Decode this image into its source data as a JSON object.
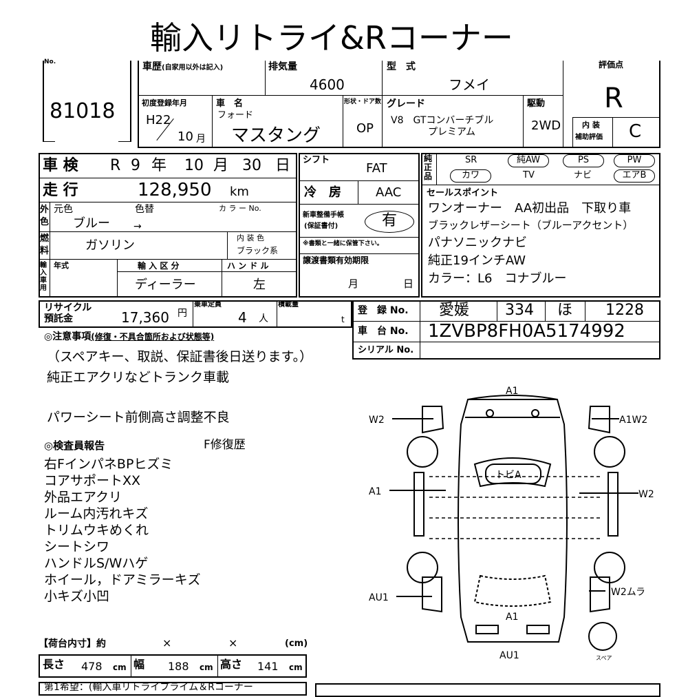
{
  "title": "輸入リトライ&Rコーナー",
  "header": {
    "no_label": "No.",
    "lot_number": "81018",
    "history_label": "車歴",
    "history_note": "(自家用以外は記入)",
    "displacement_label": "排気量",
    "displacement": "4600",
    "model_label": "型　式",
    "model": "フメイ",
    "score_label": "評価点",
    "score": "R",
    "first_reg_label": "初度登録年月",
    "first_reg_year": "H22",
    "first_reg_month": "10",
    "month_unit": "月",
    "car_name_label": "車　名",
    "maker": "フォード",
    "car_name": "マスタング",
    "door_label": "形状・ドア数",
    "door": "OP",
    "grade_label": "グレード",
    "grade_line1": "V8　GTコンバーチブル",
    "grade_line2": "プレミアム",
    "drive_label": "駆動",
    "drive": "2WD",
    "interior_label1": "内 装",
    "interior_label2": "補助評価",
    "interior_score": "C"
  },
  "inspection": {
    "label": "車 検",
    "era": "R",
    "year": "9",
    "year_unit": "年",
    "month": "10",
    "month_unit": "月",
    "day": "30",
    "day_unit": "日"
  },
  "shift": {
    "label": "シフト",
    "value": "FAT"
  },
  "mileage": {
    "label": "走 行",
    "value": "128,950",
    "unit": "km"
  },
  "aircon": {
    "label": "冷　房",
    "value": "AAC"
  },
  "color": {
    "side_label1": "外",
    "side_label2": "色",
    "orig_label": "元色",
    "change_label": "色替",
    "code_label": "カ ラ ー No.",
    "value": "ブルー",
    "arrow": "→"
  },
  "warranty": {
    "label1": "新車整備手帳",
    "label2": "(保証書付)",
    "value": "有",
    "note": "※書類と一緒に保管下さい。"
  },
  "fuel": {
    "side_label1": "燃",
    "side_label2": "料",
    "value": "ガソリン",
    "int_color_label": "内 装 色",
    "int_color": "ブラック系"
  },
  "import": {
    "side_label": "輸入車用",
    "year_label": "年式",
    "type_label": "輸 入 区 分",
    "type": "ディーラー",
    "handle_label": "ハ ン ド ル",
    "handle": "左"
  },
  "transfer": {
    "label": "譲渡書類有効期限",
    "month_unit": "月",
    "day_unit": "日"
  },
  "equipment": {
    "side_label": "純正品",
    "row1": [
      "SR",
      "純AW",
      "PS",
      "PW"
    ],
    "row2": [
      "カワ",
      "TV",
      "ナビ",
      "エアB"
    ]
  },
  "sales_points": {
    "label": "セールスポイント",
    "lines": [
      "ワンオーナー　AA初出品　下取り車",
      "ブラックレザーシート（ブルーアクセント）",
      "パナソニックナビ",
      "純正19インチAW",
      "カラー：L6　コナブルー"
    ]
  },
  "recycle": {
    "label1": "リサイクル",
    "label2": "預託金",
    "value": "17,360",
    "unit": "円",
    "capacity_label": "乗車定員",
    "capacity": "4",
    "capacity_unit": "人",
    "load_label": "積載量",
    "load_unit": "t"
  },
  "registration": {
    "label": "登　録 No.",
    "area": "愛媛",
    "class": "334",
    "kana": "ほ",
    "number": "1228"
  },
  "chassis": {
    "label": "車　台 No.",
    "value": "1ZVBP8FH0A5174992"
  },
  "serial": {
    "label": "シリアル No."
  },
  "notes": {
    "header": "◎注意事項",
    "header_sub": "(修復・不具合箇所および状態等)",
    "lines": [
      "（スペアキー、取説、保証書後日送ります。）",
      "純正エアクリなどトランク車載",
      "",
      "パワーシート前側高さ調整不良"
    ]
  },
  "inspector": {
    "header": "◎検査員報告",
    "repair": "F修復歴",
    "lines": [
      "右FインパネBPヒズミ",
      "コアサポートXX",
      "外品エアクリ",
      "ルーム内汚れキズ",
      "トリムウキめくれ",
      "シートシワ",
      "ハンドルS/Wハゲ",
      "ホイール，ドアミラーキズ",
      "小キズ小凹"
    ]
  },
  "diagram": {
    "labels": {
      "top": "A1",
      "left_upper": "W2",
      "right_upper": "A1W2",
      "center": "トビA",
      "left_mid": "A1",
      "right_mid": "W2",
      "left_lower": "AU1",
      "right_lower": "W2ムラ",
      "rear": "A1",
      "bottom": "AU1",
      "spare": "スペア"
    }
  },
  "cargo": {
    "label": "【荷台内寸】約",
    "x1": "×",
    "x2": "×",
    "unit": "(cm)",
    "length_label": "長さ",
    "length": "478",
    "width_label": "幅",
    "width": "188",
    "height_label": "高さ",
    "height": "141",
    "cm": "cm"
  },
  "footer": {
    "text": "第1希望：(輸入車リトライプライム＆Rコーナー"
  }
}
